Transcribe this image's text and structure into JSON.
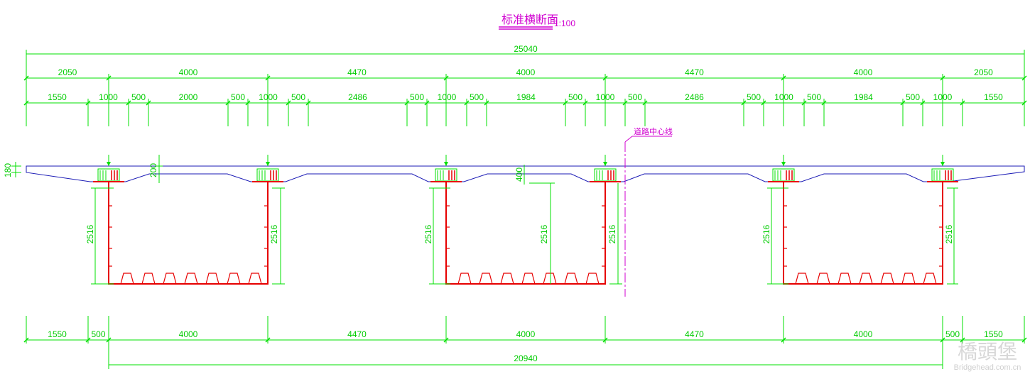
{
  "title": "标准横断面",
  "scale": "1:100",
  "centerline_label": "道路中心线",
  "watermark": {
    "brand": "橋頭堡",
    "url": "Bridgehead.com.cn"
  },
  "colors": {
    "dimension": "#00e000",
    "deck_outline": "#1a1ab5",
    "girder": "#e60000",
    "annotation": "#d000d0"
  },
  "overall_width": "25040",
  "top_row1": [
    "2050",
    "4000",
    "4470",
    "4000",
    "4470",
    "4000",
    "2050"
  ],
  "top_row2": [
    "1550",
    "1000",
    "500",
    "2000",
    "500",
    "1000",
    "500",
    "2486",
    "500",
    "1000",
    "500",
    "1984",
    "500",
    "1000",
    "500",
    "2486",
    "500",
    "1000",
    "500",
    "1984",
    "500",
    "1000",
    "1550"
  ],
  "vertical_dims": {
    "deck_thickness": "180",
    "haunch": "200",
    "center_haunch": "400",
    "girder_height": "2516"
  },
  "bottom_row1": [
    "1550",
    "500",
    "4000",
    "4470",
    "4000",
    "4470",
    "4000",
    "500",
    "1550"
  ],
  "bottom_total": "20940"
}
